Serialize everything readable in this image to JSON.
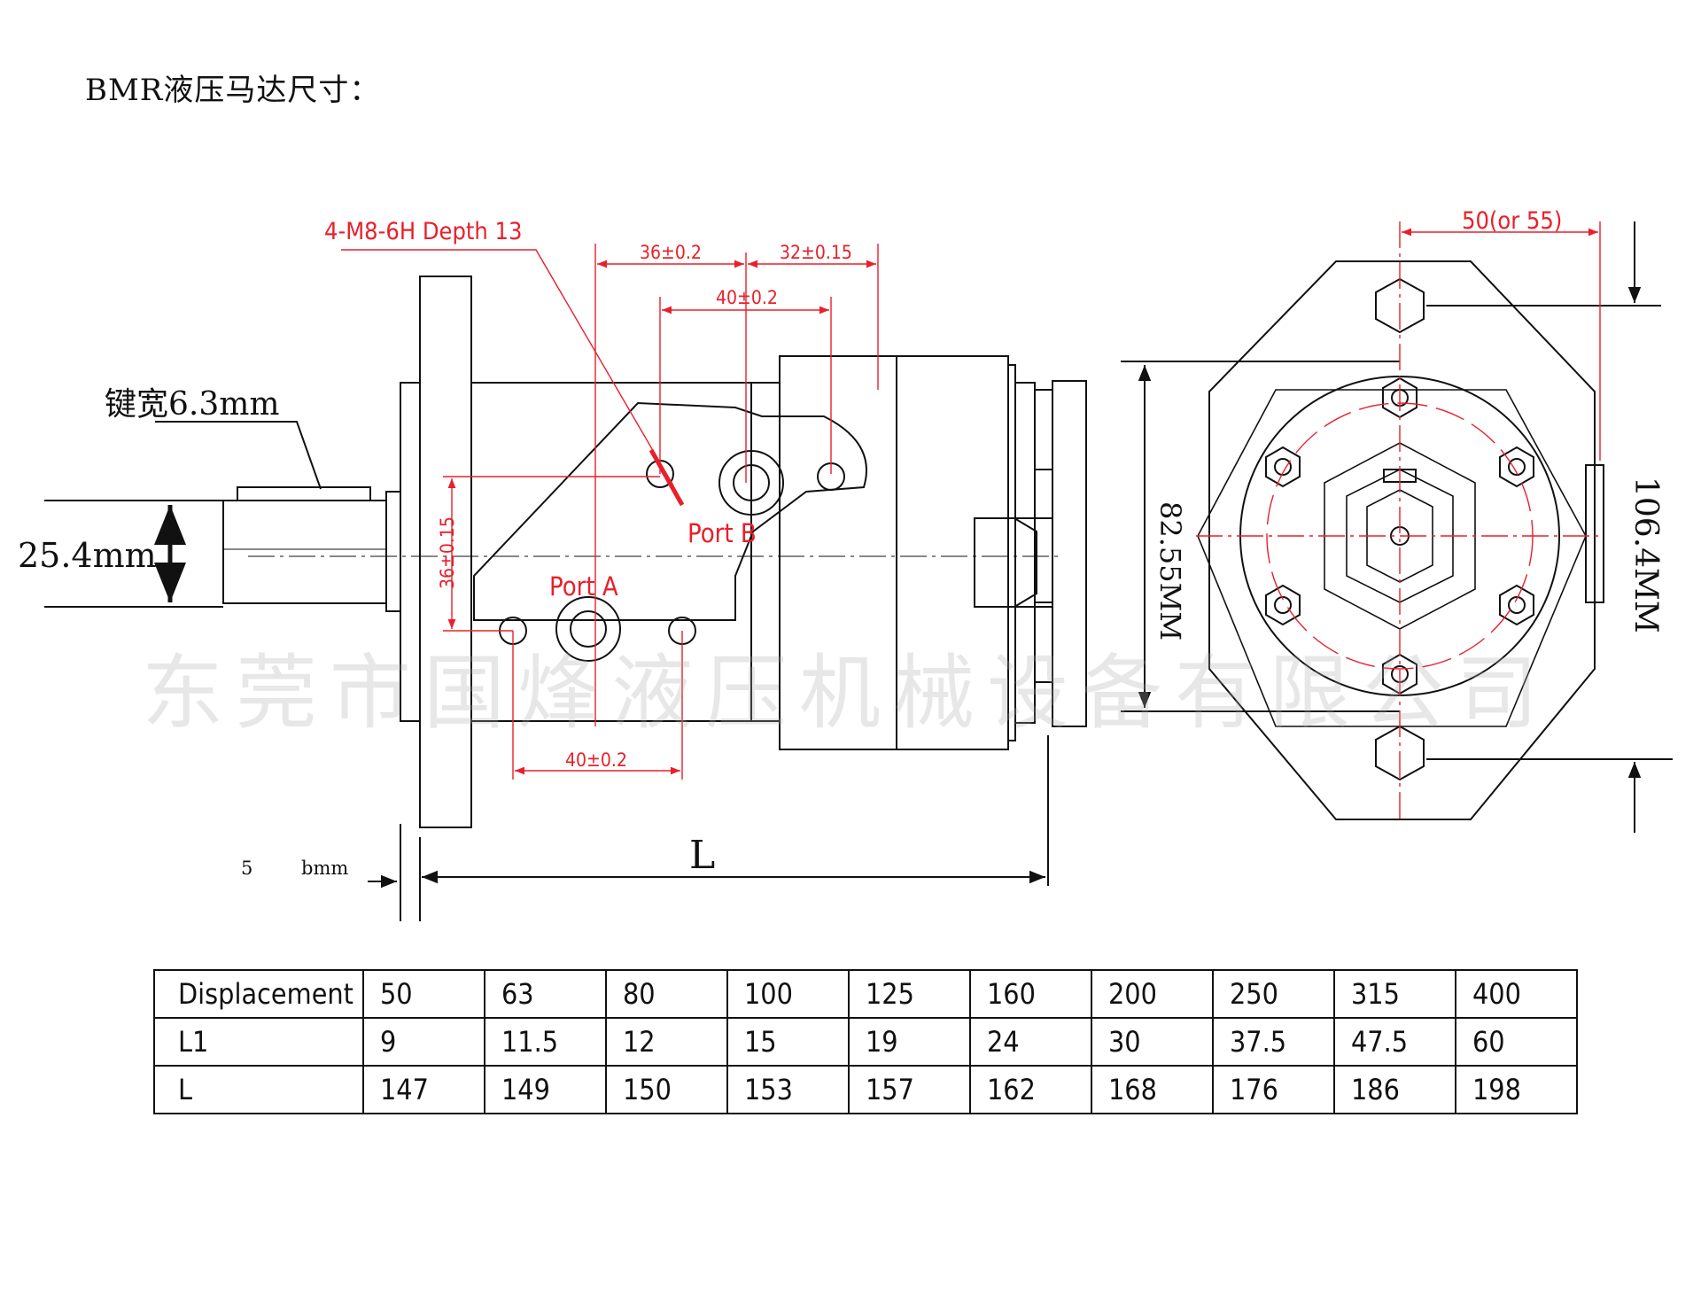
{
  "title": "BMR液压马达尺寸：",
  "watermark": "东莞市国烽液压机械设备有限公司",
  "side_view": {
    "thread_callout": "4-M8-6H Depth 13",
    "dim_36_top": "36±0.2",
    "dim_32": "32±0.15",
    "dim_40_top": "40±0.2",
    "dim_36_vertical": "36±0.15",
    "dim_40_bottom": "40±0.2",
    "port_a": "Port A",
    "port_b": "Port B",
    "key_width": "键宽6.3mm",
    "shaft_diameter": "25.4mm",
    "flange_5": "5",
    "flange_unit": "bmm",
    "length_label": "L"
  },
  "front_view": {
    "dim_top": "50(or 55)",
    "dim_82": "82.55MM",
    "dim_106": "106.4MM"
  },
  "table": {
    "rows": [
      {
        "head": "Displacement",
        "values": [
          "50",
          "63",
          "80",
          "100",
          "125",
          "160",
          "200",
          "250",
          "315",
          "400"
        ]
      },
      {
        "head": "L1",
        "values": [
          "9",
          "11.5",
          "12",
          "15",
          "19",
          "24",
          "30",
          "37.5",
          "47.5",
          "60"
        ]
      },
      {
        "head": "L",
        "values": [
          "147",
          "149",
          "150",
          "153",
          "157",
          "162",
          "168",
          "176",
          "186",
          "198"
        ]
      }
    ]
  }
}
